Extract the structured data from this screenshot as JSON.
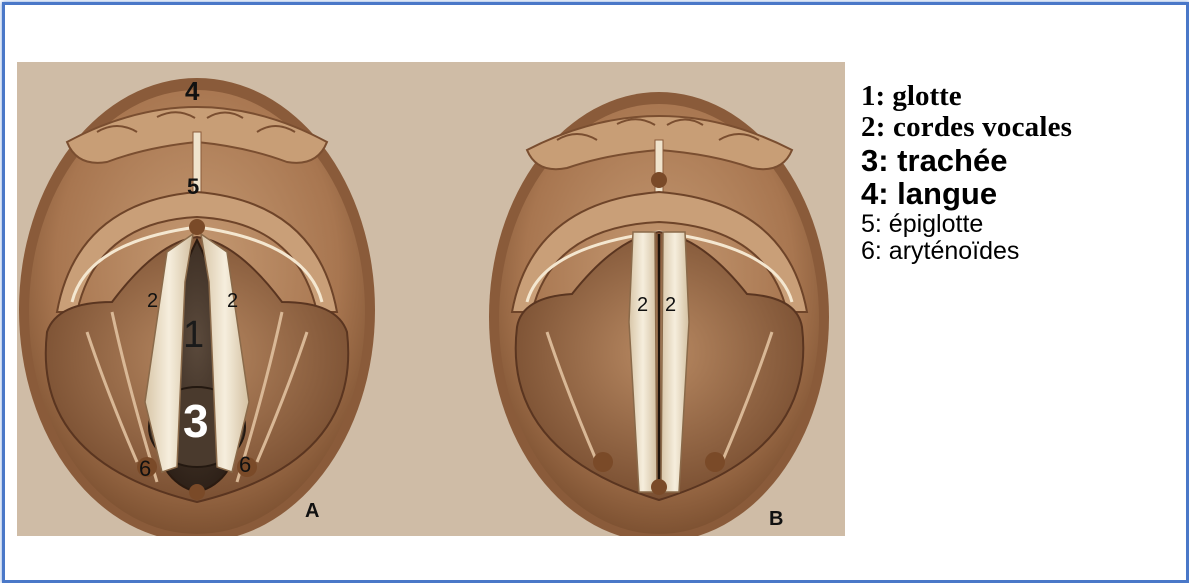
{
  "figure": {
    "panel_a": {
      "letter": "A",
      "labels": {
        "tongue": "4",
        "epiglottis": "5",
        "cord_left": "2",
        "cord_right": "2",
        "glottis": "1",
        "trachea": "3",
        "arytenoid_left": "6",
        "arytenoid_right": "6"
      }
    },
    "panel_b": {
      "letter": "B",
      "labels": {
        "cord_left": "2",
        "cord_right": "2"
      }
    }
  },
  "legend": [
    "1: glotte",
    "2: cordes vocales",
    "3: trachée",
    "4: langue",
    "5: épiglotte",
    "6: aryténoïdes"
  ],
  "colors": {
    "frame_border": "#4a78c8",
    "figure_background": "#cfbca6",
    "tissue": "#a47452",
    "dark_cavity": "#3a2a1e",
    "cord": "#f1e6d0"
  }
}
